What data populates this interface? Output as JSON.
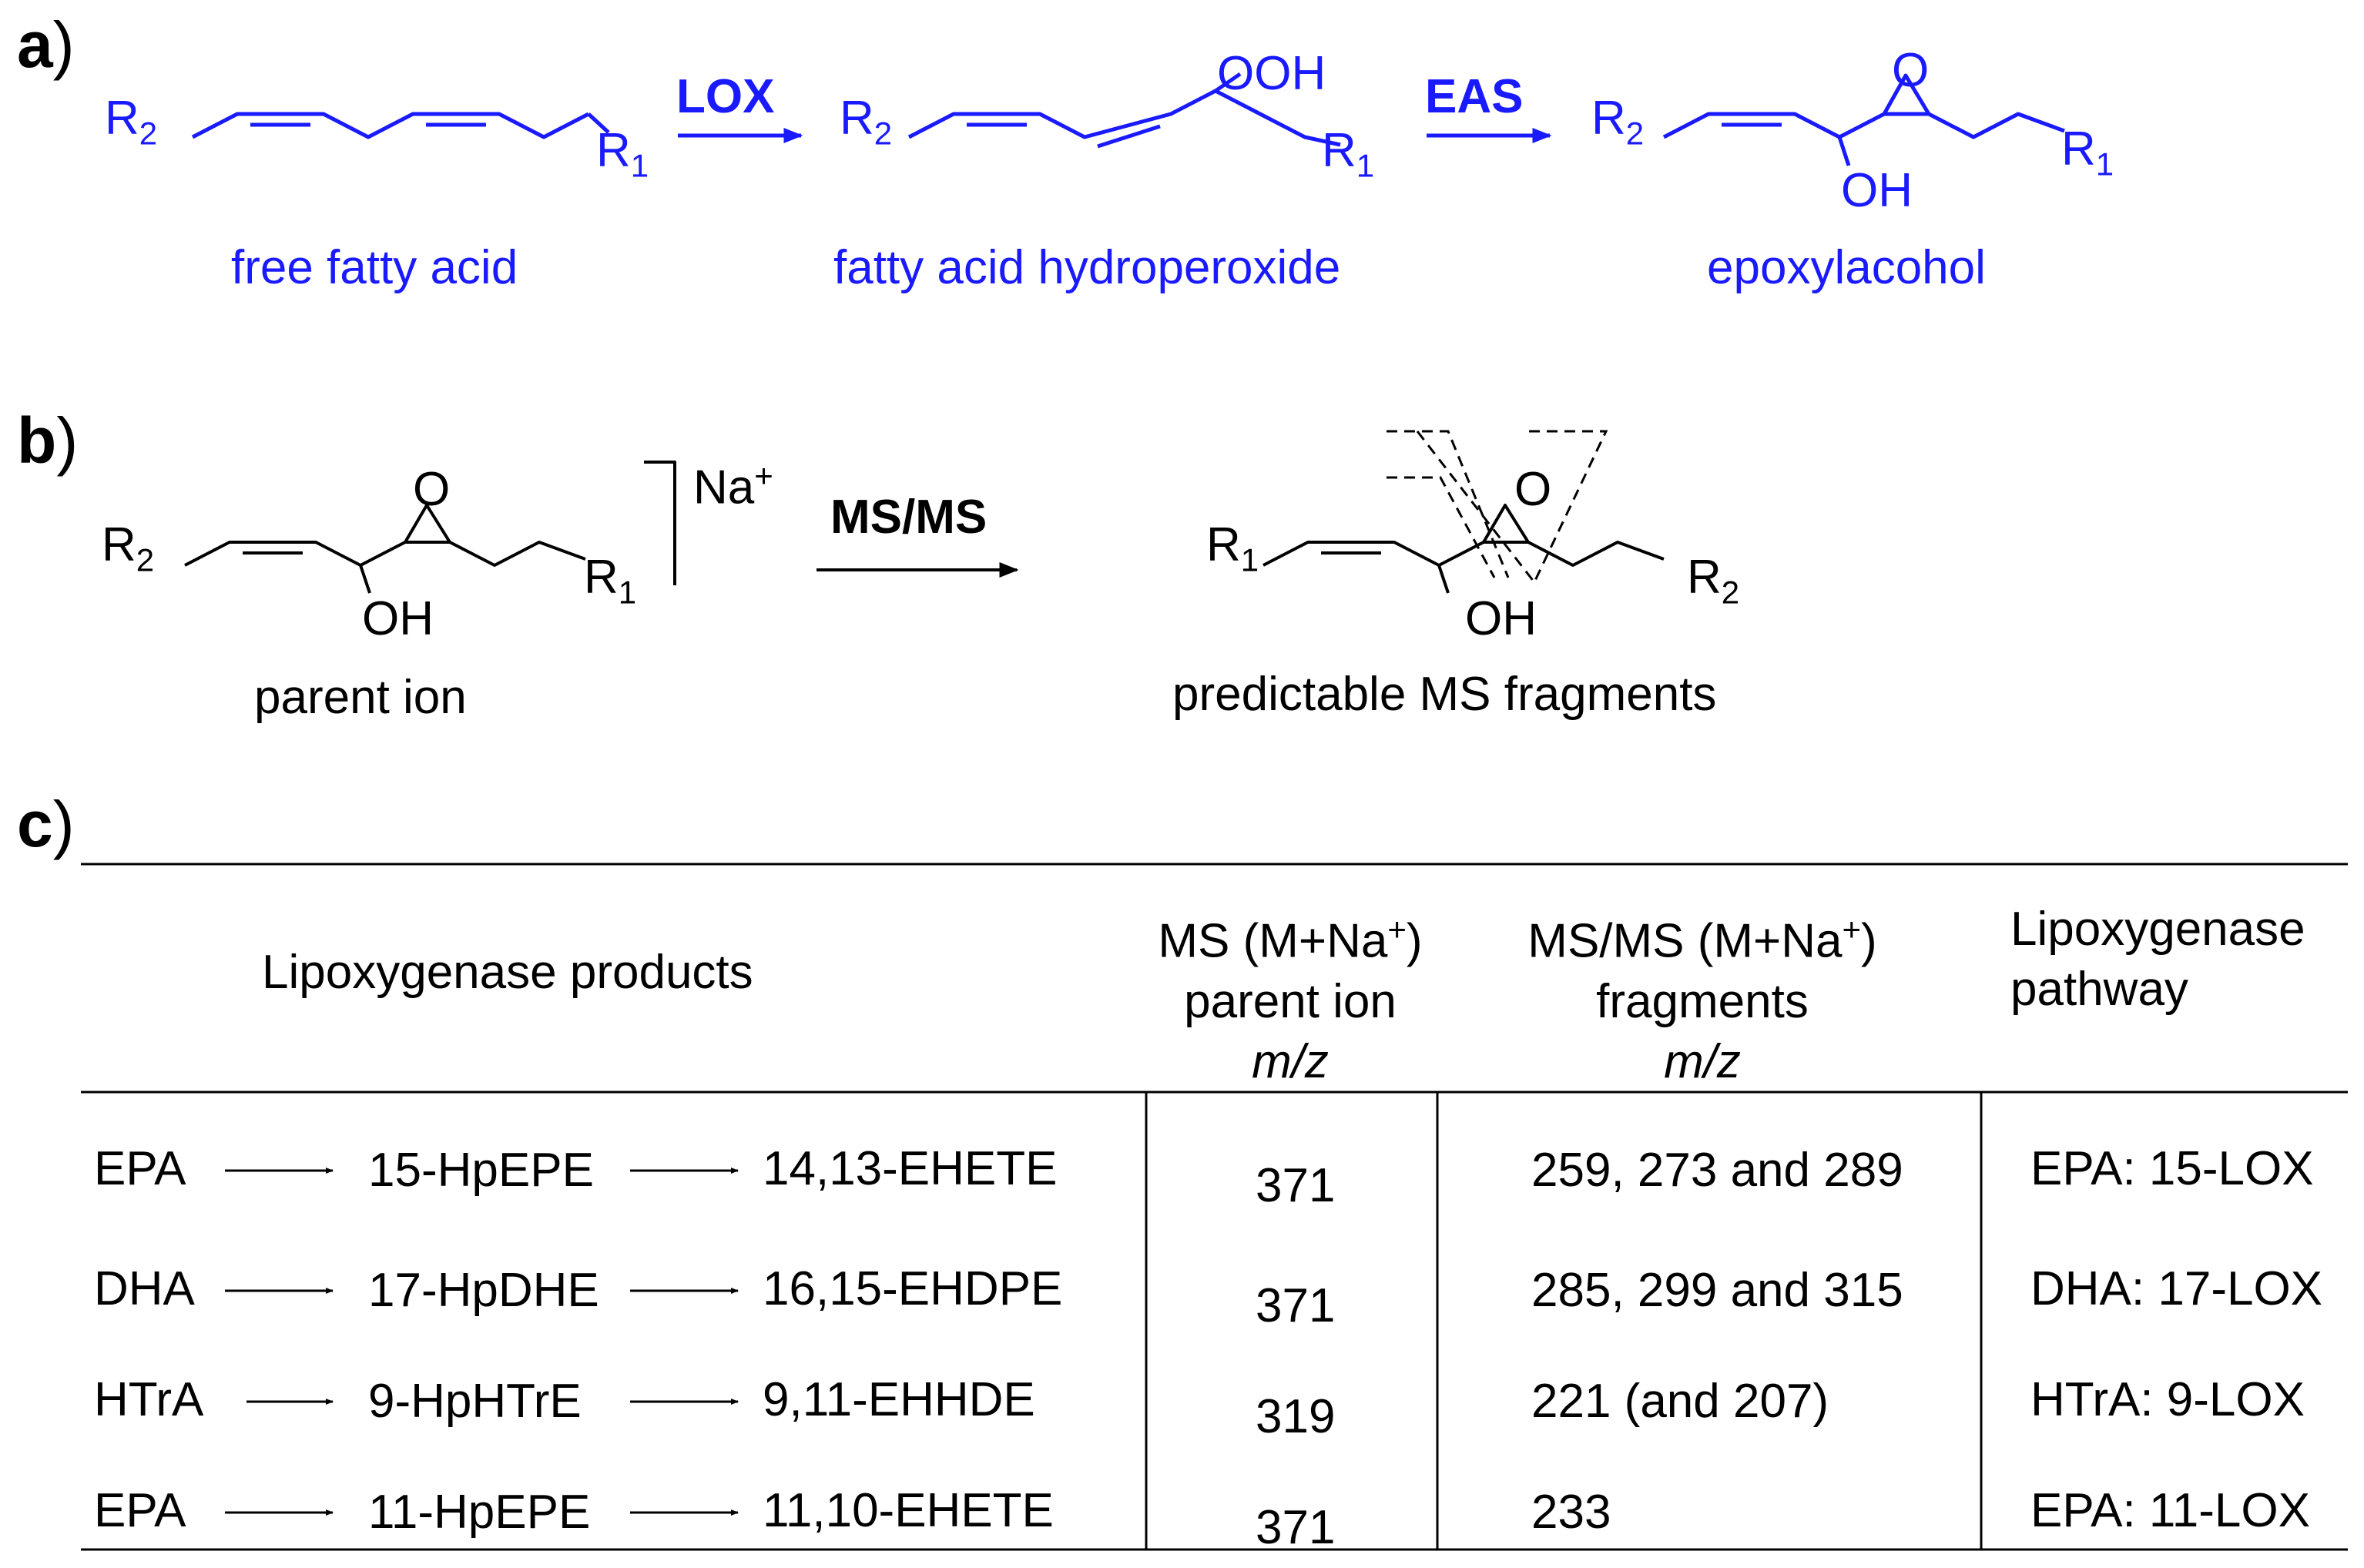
{
  "panels": {
    "a": {
      "label_letter": "a",
      "label_paren": ")",
      "arrow1": "LOX",
      "arrow2": "EAS",
      "captions": [
        "free fatty acid",
        "fatty acid hydroperoxide",
        "epoxylacohol"
      ],
      "atoms": {
        "r2": "R",
        "r2_sub": "2",
        "r1": "R",
        "r1_sub": "1",
        "ooh": "OOH",
        "o": "O",
        "oh": "OH"
      },
      "color": "#1a1aff"
    },
    "b": {
      "label_letter": "b",
      "label_paren": ")",
      "arrow": "MS/MS",
      "ion": "Na",
      "ion_charge": "+",
      "captions": [
        "parent ion",
        "predictable MS fragments"
      ],
      "atoms": {
        "r": "R",
        "sub1": "1",
        "sub2": "2",
        "o": "O",
        "oh": "OH"
      }
    },
    "c": {
      "label_letter": "c",
      "label_paren": ")",
      "headers": {
        "products": "Lipoxygenase products",
        "parent_l1a": "MS (M+Na",
        "parent_sup": "+",
        "parent_l1b": ")",
        "parent_l2": "parent ion",
        "parent_l3": "m/z",
        "frag_l1a": "MS/MS (M+Na",
        "frag_sup": "+",
        "frag_l1b": ")",
        "frag_l2": "fragments",
        "frag_l3": "m/z",
        "pathway_l1": "Lipoxygenase",
        "pathway_l2": "pathway"
      },
      "rows": [
        {
          "substrate": "EPA",
          "intermediate": "15-HpEPE",
          "product": "14,13-EHETE",
          "parent": "371",
          "fragments": "259, 273 and 289",
          "pathway": "EPA: 15-LOX"
        },
        {
          "substrate": "DHA",
          "intermediate": "17-HpDHE",
          "product": "16,15-EHDPE",
          "parent": "371",
          "fragments": "285, 299 and 315",
          "pathway": "DHA: 17-LOX"
        },
        {
          "substrate": "HTrA",
          "intermediate": "9-HpHTrE",
          "product": "9,11-EHHDE",
          "parent": "319",
          "fragments": "221 (and 207)",
          "pathway": "HTrA: 9-LOX"
        },
        {
          "substrate": "EPA",
          "intermediate": "11-HpEPE",
          "product": "11,10-EHETE",
          "parent": "371",
          "fragments": "233",
          "pathway": "EPA: 11-LOX"
        }
      ]
    }
  }
}
